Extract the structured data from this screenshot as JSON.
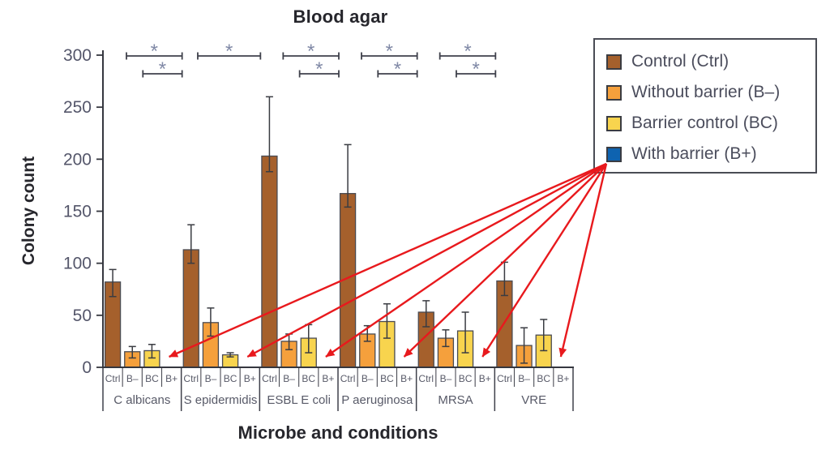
{
  "figure": {
    "title": "Blood agar",
    "xlabel": "Microbe and conditions",
    "ylabel": "Colony count"
  },
  "legend": {
    "items": [
      {
        "label": "Control (Ctrl)",
        "key": "Ctrl",
        "color": "#A5602C"
      },
      {
        "label": "Without barrier (B–)",
        "key": "B–",
        "color": "#F5A03C"
      },
      {
        "label": "Barrier control (BC)",
        "key": "BC",
        "color": "#F8D44E"
      },
      {
        "label": "With barrier (B+)",
        "key": "B+",
        "color": "#0E63B0"
      }
    ]
  },
  "chart_data": {
    "type": "bar",
    "title": "Blood agar",
    "xlabel": "Microbe and conditions",
    "ylabel": "Colony count",
    "ylim": [
      0,
      300
    ],
    "yticks": [
      0,
      50,
      100,
      150,
      200,
      250,
      300
    ],
    "grid": false,
    "legend_position": "top-right",
    "conditions": [
      "Ctrl",
      "B–",
      "BC",
      "B+"
    ],
    "condition_colors": [
      "#A5602C",
      "#F5A03C",
      "#F8D44E",
      "#0E63B0"
    ],
    "groups": [
      {
        "name": "C albicans",
        "values": [
          82,
          15,
          16,
          0
        ],
        "whisker_lo": [
          68,
          9,
          9,
          0
        ],
        "whisker_hi": [
          94,
          20,
          22,
          0
        ],
        "sig": [
          "wide",
          "narrow"
        ]
      },
      {
        "name": "S epidermidis",
        "values": [
          113,
          43,
          12,
          0
        ],
        "whisker_lo": [
          100,
          30,
          10,
          0
        ],
        "whisker_hi": [
          137,
          57,
          14,
          0
        ],
        "sig": [
          "wide"
        ]
      },
      {
        "name": "ESBL E coli",
        "values": [
          203,
          25,
          28,
          0
        ],
        "whisker_lo": [
          188,
          17,
          14,
          0
        ],
        "whisker_hi": [
          260,
          32,
          41,
          0
        ],
        "sig": [
          "wide",
          "narrow"
        ]
      },
      {
        "name": "P aeruginosa",
        "values": [
          167,
          32,
          44,
          0
        ],
        "whisker_lo": [
          154,
          25,
          28,
          0
        ],
        "whisker_hi": [
          214,
          40,
          61,
          0
        ],
        "sig": [
          "wide",
          "narrow"
        ]
      },
      {
        "name": "MRSA",
        "values": [
          53,
          28,
          35,
          0
        ],
        "whisker_lo": [
          39,
          20,
          14,
          0
        ],
        "whisker_hi": [
          64,
          36,
          53,
          0
        ],
        "sig": [
          "wide",
          "narrow"
        ]
      },
      {
        "name": "VRE",
        "values": [
          83,
          21,
          31,
          0
        ],
        "whisker_lo": [
          69,
          4,
          16,
          0
        ],
        "whisker_hi": [
          101,
          38,
          46,
          0
        ],
        "sig": []
      }
    ],
    "significance": {
      "symbol": "*",
      "color": "#8089A6"
    },
    "arrows": {
      "color": "#E8191D",
      "count": 6,
      "from_label": "With barrier (B+)",
      "points_to": "zero-count B+ position of every microbe group"
    }
  }
}
